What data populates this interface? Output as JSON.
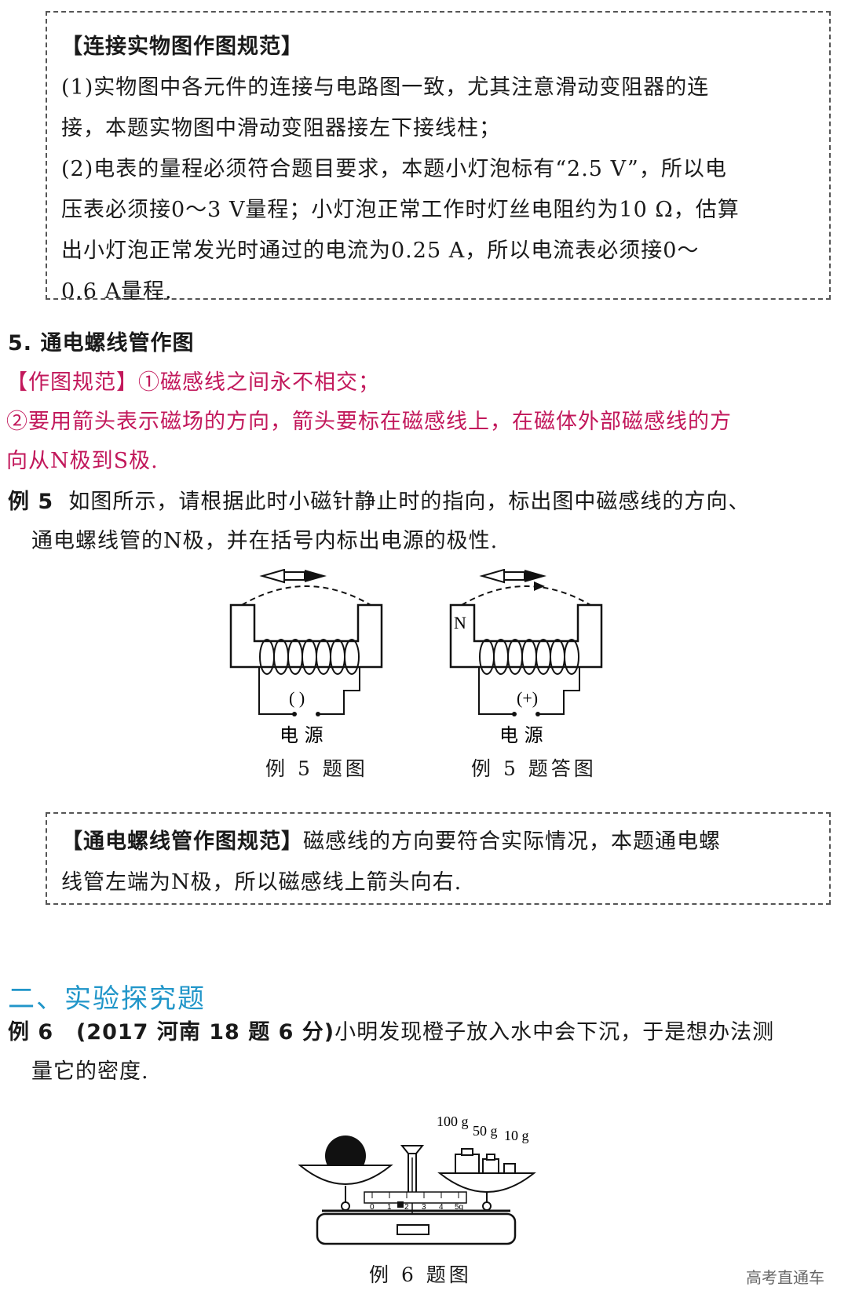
{
  "box1": {
    "heading": "【连接实物图作图规范】",
    "lines": [
      "(1)实物图中各元件的连接与电路图一致，尤其注意滑动变阻器的连",
      "接，本题实物图中滑动变阻器接左下接线柱；",
      "(2)电表的量程必须符合题目要求，本题小灯泡标有“2.5 V”，所以电",
      "压表必须接0～3 V量程；小灯泡正常工作时灯丝电阻约为10 Ω，估算",
      "出小灯泡正常发光时通过的电流为0.25 A，所以电流表必须接0～",
      "0.6 A量程."
    ]
  },
  "section5": {
    "title": "5. 通电螺线管作图",
    "rule_label": "【作图规范】",
    "rule_1": "①磁感线之间永不相交；",
    "rule_2a": "②要用箭头表示磁场的方向，箭头要标在磁感线上，在磁体外部磁感线的方",
    "rule_2b": "向从N极到S极."
  },
  "example5": {
    "label": "例 5",
    "line1": "如图所示，请根据此时小磁针静止时的指向，标出图中磁感线的方向、",
    "line2": "通电螺线管的N极，并在括号内标出电源的极性.",
    "fig_left": {
      "bracket": "(   )",
      "source": "电 源",
      "caption": "例 5 题图"
    },
    "fig_right": {
      "pole": "N",
      "bracket": "(+)",
      "source": "电 源",
      "caption": "例 5 题答图"
    }
  },
  "box2": {
    "heading": "【通电螺线管作图规范】",
    "line1": "磁感线的方向要符合实际情况，本题通电螺",
    "line2": "线管左端为N极，所以磁感线上箭头向右."
  },
  "section2": {
    "title": "二、实验探究题"
  },
  "example6": {
    "label": "例 6",
    "source": "(2017 河南 18 题 6 分)",
    "line1": "小明发现橙子放入水中会下沉，于是想办法测",
    "line2": "量它的密度.",
    "weights": [
      "100 g",
      "50 g",
      "10 g"
    ],
    "scale_ticks": [
      "0",
      "1",
      "2",
      "3",
      "4",
      "5g"
    ],
    "caption": "例 6 题图"
  },
  "watermark": "高考直通车"
}
